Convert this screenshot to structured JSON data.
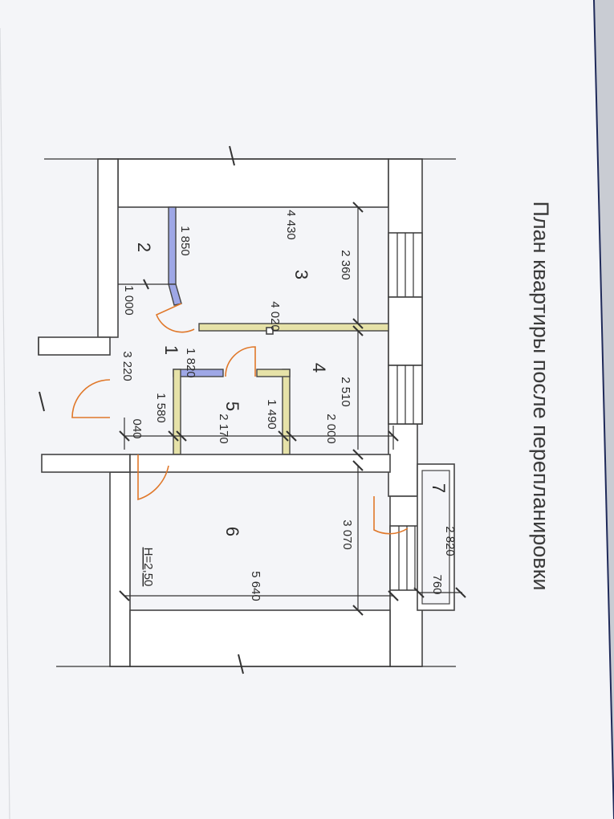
{
  "title": "План квартиры после перепланировки",
  "rooms": {
    "r1": "1",
    "r2": "2",
    "r3": "3",
    "r4": "4",
    "r5": "5",
    "r6": "6",
    "r7": "7"
  },
  "dimensions": {
    "d4430": "4 430",
    "d1850": "1 850",
    "d2360": "2 360",
    "d1000": "1 000",
    "d4020": "4 020",
    "d3220": "3 220",
    "d1820": "1 820",
    "d2510": "2 510",
    "d1580": "1 580",
    "d1490": "1 490",
    "d1040": "040",
    "d2170": "2 170",
    "d2000": "2 000",
    "d3070": "3 070",
    "d2820": "2 820",
    "d5640": "5 640",
    "d760": "760"
  },
  "height_label": "H=2,50",
  "colors": {
    "door": "#e0782a",
    "new_partition": "#e6e2a8",
    "blue_partition": "#9ea7e6"
  }
}
